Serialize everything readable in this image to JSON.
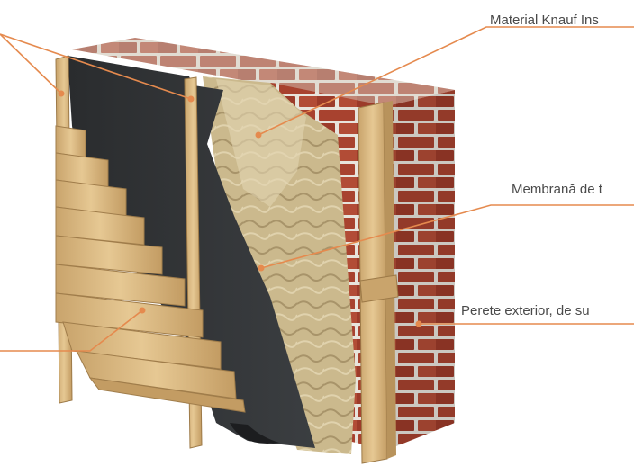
{
  "labels": {
    "insulation": "Material Knauf Ins",
    "membrane": "Membrană de t",
    "exterior_wall": "Perete exterior, de su"
  },
  "colors": {
    "leader_line": "#e58a4e",
    "label_text": "#4a4a4a",
    "brick": "#a8422f",
    "mortar": "#e8e4dc",
    "wood": "#d9b783",
    "membrane": "#303234",
    "insulation": "#cbb98d"
  }
}
